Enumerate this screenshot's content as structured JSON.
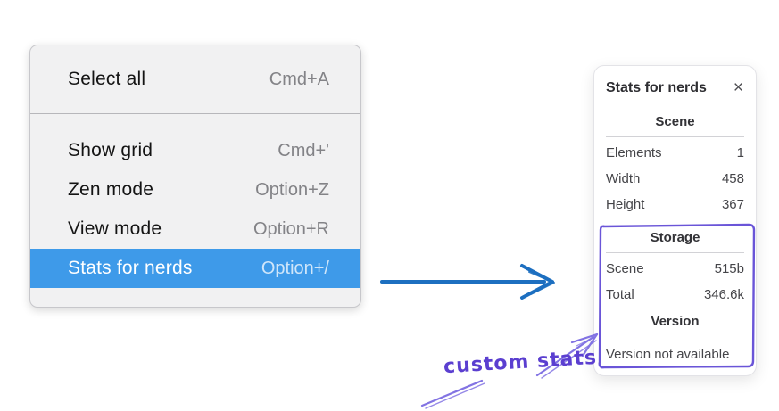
{
  "context_menu": {
    "groups": [
      {
        "items": [
          {
            "label": "Select all",
            "shortcut": "Cmd+A",
            "highlighted": false
          }
        ]
      },
      {
        "items": [
          {
            "label": "Show grid",
            "shortcut": "Cmd+'",
            "highlighted": false
          },
          {
            "label": "Zen mode",
            "shortcut": "Option+Z",
            "highlighted": false
          },
          {
            "label": "View mode",
            "shortcut": "Option+R",
            "highlighted": false
          },
          {
            "label": "Stats for nerds",
            "shortcut": "Option+/",
            "highlighted": true
          }
        ]
      }
    ],
    "highlight_color": "#3e9ae9"
  },
  "stats_panel": {
    "title": "Stats for nerds",
    "close_icon": "×",
    "sections": [
      {
        "header": "Scene",
        "rows": [
          [
            "Elements",
            "1"
          ],
          [
            "Width",
            "458"
          ],
          [
            "Height",
            "367"
          ]
        ]
      },
      {
        "header": "Storage",
        "rows": [
          [
            "Scene",
            "515b"
          ],
          [
            "Total",
            "346.6k"
          ]
        ]
      },
      {
        "header": "Version",
        "note": "Version not available"
      }
    ]
  },
  "annotations": {
    "label": "custom stats",
    "colors": {
      "flow_arrow_blue": "#1d6fc0",
      "violet_box": "#6a55d8",
      "violet_arrow": "#8273e3",
      "violet_text": "#5b3fd0"
    }
  }
}
